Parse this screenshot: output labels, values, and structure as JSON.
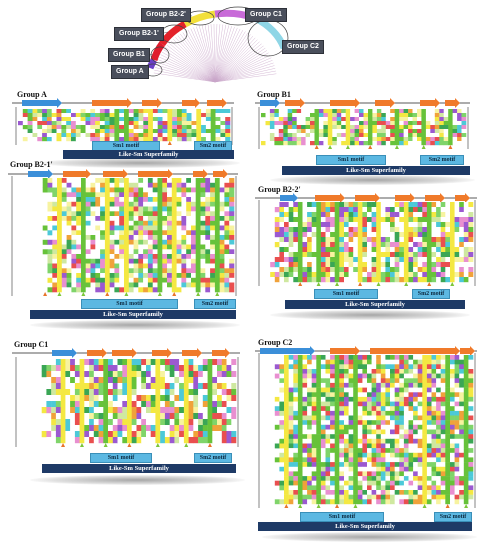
{
  "tree": {
    "labels": {
      "b22": "Group B2-2'",
      "b21": "Group B2-1'",
      "b1": "Group B1",
      "a": "Group A",
      "c1": "Group C1",
      "c2": "Group C2"
    }
  },
  "panels": [
    {
      "id": "A",
      "title": "Group A",
      "motifs": [
        "Sm1 motif",
        "Sm2 motif"
      ],
      "superfamily": "Like-Sm Superfamily"
    },
    {
      "id": "B1",
      "title": "Group B1",
      "motifs": [
        "Sm1 motif",
        "Sm2 motif"
      ],
      "superfamily": "Like-Sm Superfamily"
    },
    {
      "id": "B21",
      "title": "Group B2-1'",
      "motifs": [
        "Sm1 motif",
        "Sm2 motif"
      ],
      "superfamily": "Like-Sm Superfamily"
    },
    {
      "id": "B22",
      "title": "Group B2-2'",
      "motifs": [
        "Sm1 motif",
        "Sm2 motif"
      ],
      "superfamily": "Like-Sm Superfamily"
    },
    {
      "id": "C1",
      "title": "Group C1",
      "motifs": [
        "Sm1 motif",
        "Sm2 motif"
      ],
      "superfamily": "Like-Sm Superfamily"
    },
    {
      "id": "C2",
      "title": "Group C2",
      "motifs": [
        "Sm1 motif",
        "Sm2 motif"
      ],
      "superfamily": "Like-Sm Superfamily"
    }
  ],
  "colors": {
    "residues": [
      "#f4e842",
      "#67c23a",
      "#e94f4f",
      "#9b59d0",
      "#f0a23a",
      "#4cc9d8",
      "#e88fd0",
      "#7fd46a",
      "#ffffff",
      "#cfe8a0",
      "#3aa655",
      "#f7f3a0"
    ],
    "helix_arrow": "#3b8fd9",
    "strand_arrow": "#f07a2a",
    "motif_box": "#5cb8e2",
    "superfamily_bar": "#1e3a66",
    "group_box": "#4a4f5c"
  }
}
